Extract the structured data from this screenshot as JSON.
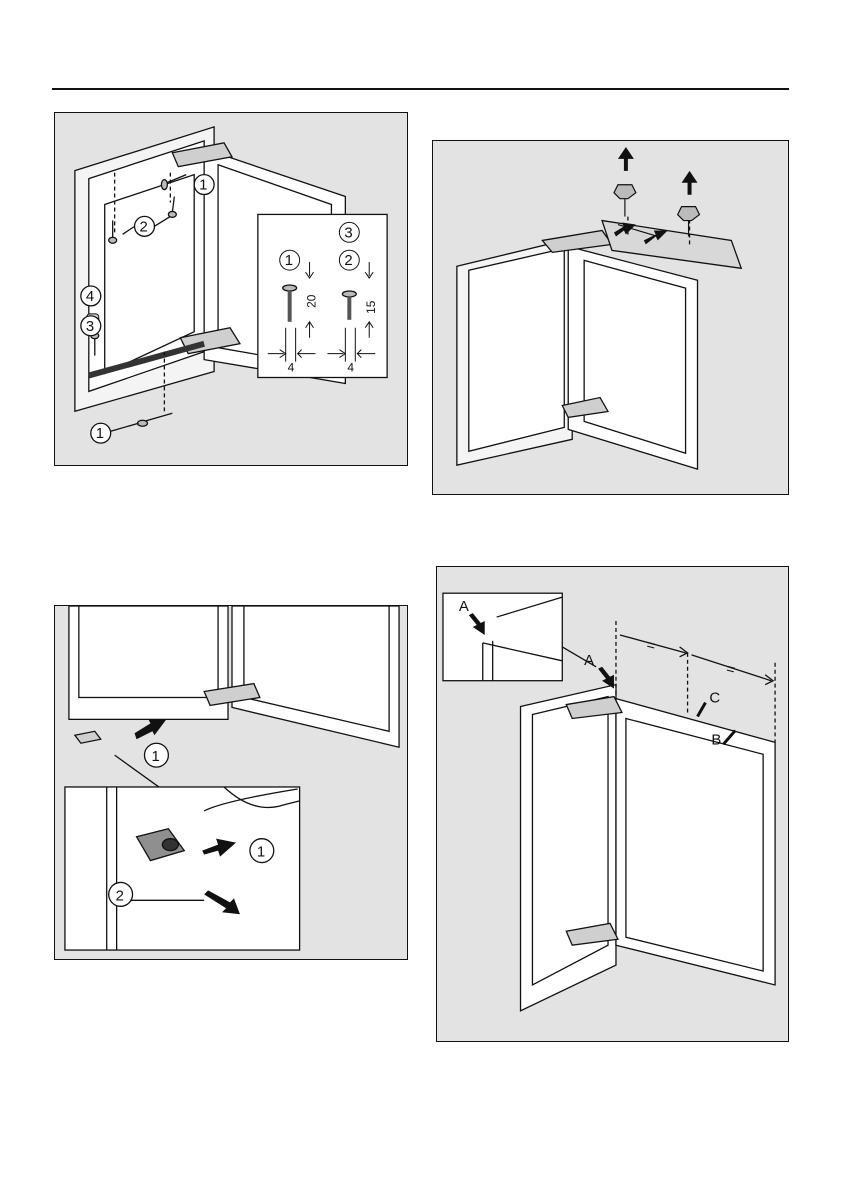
{
  "figures": {
    "mounting_screws": {
      "callouts": [
        "1",
        "2",
        "3",
        "4",
        "3",
        "1"
      ],
      "detail": {
        "callouts": [
          "3",
          "1",
          "2"
        ],
        "screw1_length": "20",
        "screw2_length": "15",
        "offset_left": "4",
        "offset_right": "4"
      }
    },
    "hinge_cover_removal": {},
    "hinge_release": {
      "callouts": [
        "1",
        "1",
        "2"
      ]
    },
    "door_alignment": {
      "labels": {
        "a_inset": "A",
        "a_main": "A",
        "b": "B",
        "c": "C"
      },
      "equal_left": "=",
      "equal_right": "="
    }
  },
  "icons": [
    "screw-icon",
    "arrow-icon",
    "cover-cap-icon"
  ],
  "colors": {
    "figure_bg": "#e3e3e3",
    "ink": "#111111",
    "panel": "#ffffff"
  }
}
